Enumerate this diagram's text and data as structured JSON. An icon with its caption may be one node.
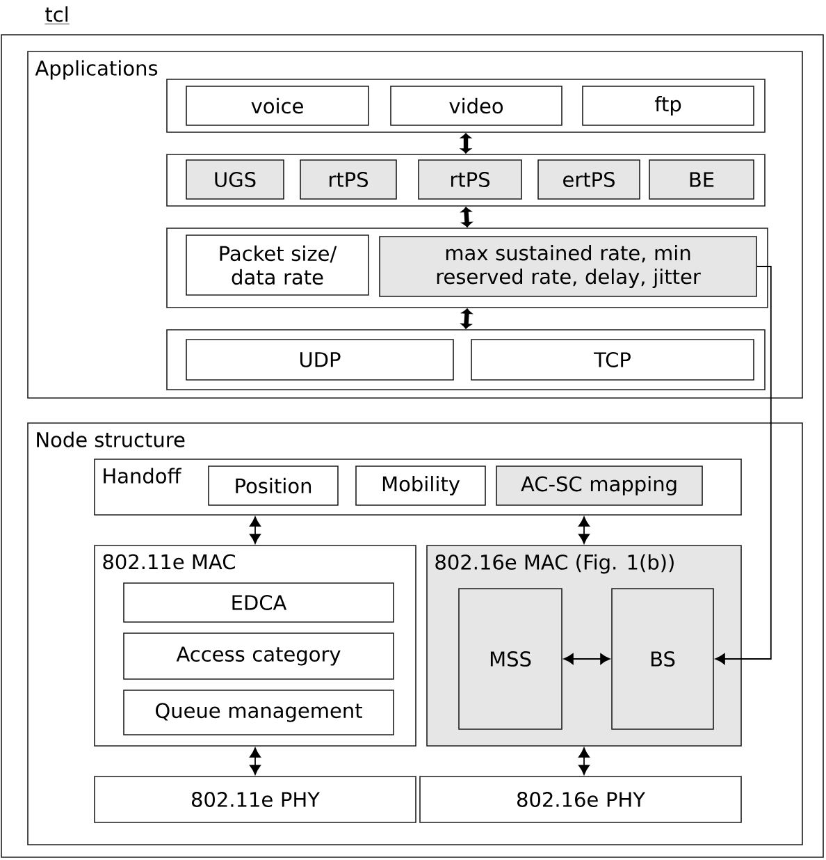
{
  "diagram": {
    "nodes": [
      {
        "text": [
          "tcl"
        ]
      },
      {
        "text": [
          "Applications"
        ],
        "in": 0
      },
      {
        "text": [],
        "shape": "box",
        "in": 1
      },
      {
        "text": [
          "voice"
        ],
        "in": 2
      },
      {
        "text": [
          "video"
        ],
        "in": 2
      },
      {
        "text": [
          "ftp"
        ],
        "in": 2
      },
      {
        "text": [],
        "shape": "box",
        "in": 1
      },
      {
        "text": [
          "UGS"
        ],
        "in": 6
      },
      {
        "text": [
          "rtPS"
        ],
        "in": 6
      },
      {
        "text": [
          "rtPS"
        ],
        "in": 6
      },
      {
        "text": [
          "ertPS"
        ],
        "in": 6
      },
      {
        "text": [
          "BE"
        ],
        "in": 6
      },
      {
        "text": [],
        "shape": "box",
        "in": 1
      },
      {
        "text": [
          "Packet size/ data rate"
        ],
        "in": 12
      },
      {
        "text": [
          "max sustained rate, min reserved rate, delay, jitter"
        ],
        "in": 12
      },
      {
        "text": [],
        "shape": "box",
        "in": 1
      },
      {
        "text": [
          "UDP"
        ],
        "in": 15
      },
      {
        "text": [
          "TCP"
        ],
        "in": 15
      },
      {
        "text": [
          "Node structure"
        ],
        "in": 0
      },
      {
        "text": [
          "Handoff"
        ],
        "in": 18
      },
      {
        "text": [
          "Position"
        ],
        "in": 19
      },
      {
        "text": [
          "Mobility"
        ],
        "in": 19
      },
      {
        "text": [
          "AC-SC mapping"
        ],
        "in": 19
      },
      {
        "text": [
          "802.11e MAC"
        ],
        "in": 18
      },
      {
        "text": [
          "EDCA"
        ],
        "in": 23
      },
      {
        "text": [
          "Access category"
        ],
        "in": 23
      },
      {
        "text": [
          "Queue management"
        ],
        "in": 23
      },
      {
        "text": [
          "802.16e MAC (Fig. 1(b))"
        ],
        "in": 18
      },
      {
        "text": [
          "MSS"
        ],
        "in": 27
      },
      {
        "text": [
          "BS"
        ],
        "in": 27
      },
      {
        "text": [
          "802.11e PHY"
        ],
        "in": 18
      },
      {
        "text": [
          "802.16e PHY"
        ],
        "in": 18
      }
    ],
    "edges": [
      {
        "from": 2,
        "to": 6,
        "arrow": "both",
        "style": "thick"
      },
      {
        "from": 6,
        "to": 12,
        "arrow": "both",
        "style": "thick"
      },
      {
        "from": 12,
        "to": 15,
        "arrow": "both",
        "style": "thick"
      },
      {
        "from": 14,
        "to": 29,
        "arrow": "to"
      },
      {
        "from": 19,
        "to": 23,
        "arrow": "both"
      },
      {
        "from": 19,
        "to": 27,
        "arrow": "both"
      },
      {
        "from": 28,
        "to": 29,
        "arrow": "both"
      },
      {
        "from": 23,
        "to": 30,
        "arrow": "both"
      },
      {
        "from": 27,
        "to": 31,
        "arrow": "both"
      }
    ]
  }
}
